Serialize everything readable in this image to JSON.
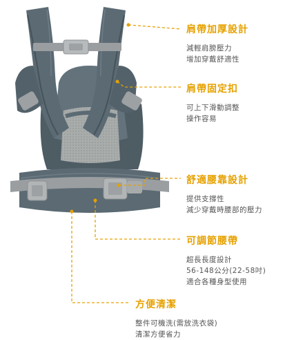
{
  "colors": {
    "accent": "#E6A100",
    "title": "#E6A100",
    "text": "#555555",
    "carrier_main": "#5B6A73",
    "carrier_dark": "#46535B",
    "mesh": "#A4A8A7",
    "webbing": "#9A9EA0",
    "buckle": "#B8BBBC"
  },
  "features": [
    {
      "title": "肩帶加厚設計",
      "lines": [
        "減輕肩膀壓力",
        "增加穿戴舒適性"
      ]
    },
    {
      "title": "肩帶固定扣",
      "lines": [
        "可上下滑動調整",
        "操作容易"
      ]
    },
    {
      "title": "舒適腰靠設計",
      "lines": [
        "提供支撐性",
        "減少穿戴時腰部的壓力"
      ]
    },
    {
      "title": "可調節腰帶",
      "lines": [
        "超長長度設計",
        "56-148公分(22-58吋)",
        "適合各種身型使用"
      ]
    },
    {
      "title": "方便清潔",
      "lines": [
        "整件可機洗(需放洗衣袋)",
        "清潔方便省力"
      ]
    }
  ]
}
